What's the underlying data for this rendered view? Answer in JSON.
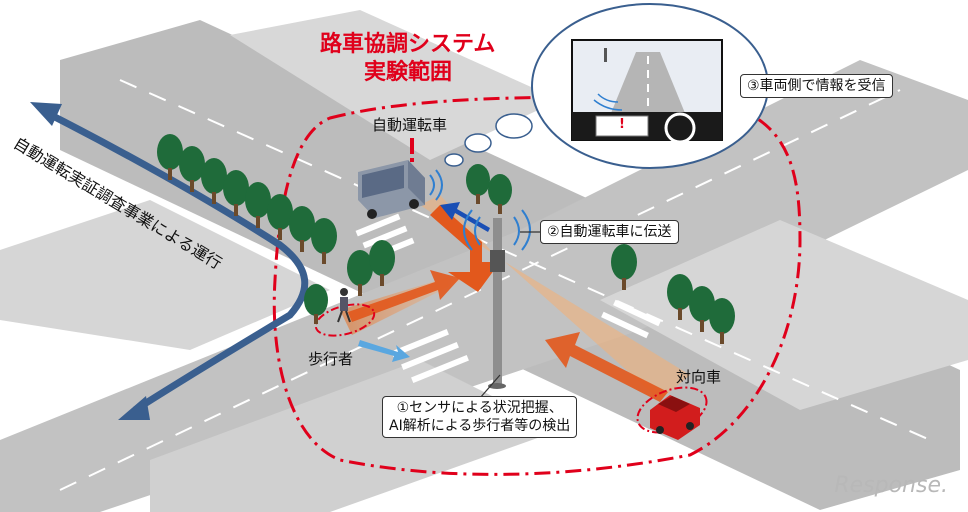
{
  "title_line1": "路車協調システム",
  "title_line2": "実験範囲",
  "label_autonomous_car": "自動運転車",
  "label_pedestrian": "歩行者",
  "label_oncoming_car": "対向車",
  "route_label": "自動運転実証調査事業による運行",
  "step1_line1": "①センサによる状況把握、",
  "step1_line2": "AI解析による歩行者等の検出",
  "step2": "②自動運転車に伝送",
  "step3": "③車両側で情報を受信",
  "alert_mark": "!",
  "watermark": "Response.",
  "colors": {
    "accent_red": "#e0001b",
    "route_blue": "#3a5f8f",
    "road_gray": "#b9b9b9",
    "tree_green": "#1f6b3a"
  }
}
